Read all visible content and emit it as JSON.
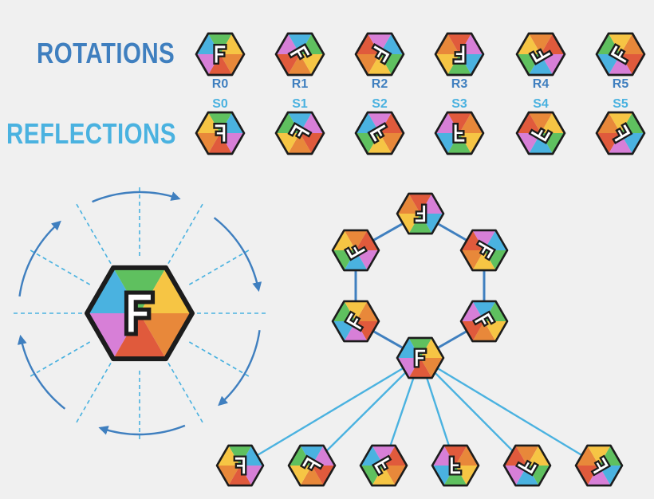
{
  "headings": {
    "rotations": "ROTATIONS",
    "reflections": "REFLECTIONS"
  },
  "rotation_labels": [
    "R0",
    "R1",
    "R2",
    "R3",
    "R4",
    "R5"
  ],
  "reflection_labels": [
    "S0",
    "S1",
    "S2",
    "S3",
    "S4",
    "S5"
  ],
  "letter": "F",
  "colors": {
    "heading_rotations": "#3f7fbf",
    "heading_reflections": "#4ab2e0",
    "rotation_label": "#3f7fbf",
    "reflection_label": "#4ab2e0",
    "arrow": "#3f7fbf",
    "axis_dash": "#4ab2e0",
    "cycle_line": "#3f7fbf",
    "reflection_line": "#4ab2e0",
    "hex_outline": "#1c1c1c",
    "hex_sectors": [
      "#e8883a",
      "#e05a3c",
      "#d77fd7",
      "#4ab2e0",
      "#5fc05f",
      "#f6c544"
    ]
  },
  "hexagons": {
    "rotations": [
      {
        "rotate_deg": 0,
        "mirror": false
      },
      {
        "rotate_deg": 60,
        "mirror": false
      },
      {
        "rotate_deg": 120,
        "mirror": false
      },
      {
        "rotate_deg": 180,
        "mirror": false
      },
      {
        "rotate_deg": 240,
        "mirror": false
      },
      {
        "rotate_deg": 300,
        "mirror": false
      }
    ],
    "reflections": [
      {
        "rotate_deg": 0,
        "mirror": true
      },
      {
        "rotate_deg": 60,
        "mirror": true
      },
      {
        "rotate_deg": 120,
        "mirror": true
      },
      {
        "rotate_deg": 180,
        "mirror": true
      },
      {
        "rotate_deg": 240,
        "mirror": true
      },
      {
        "rotate_deg": 300,
        "mirror": true
      }
    ]
  }
}
